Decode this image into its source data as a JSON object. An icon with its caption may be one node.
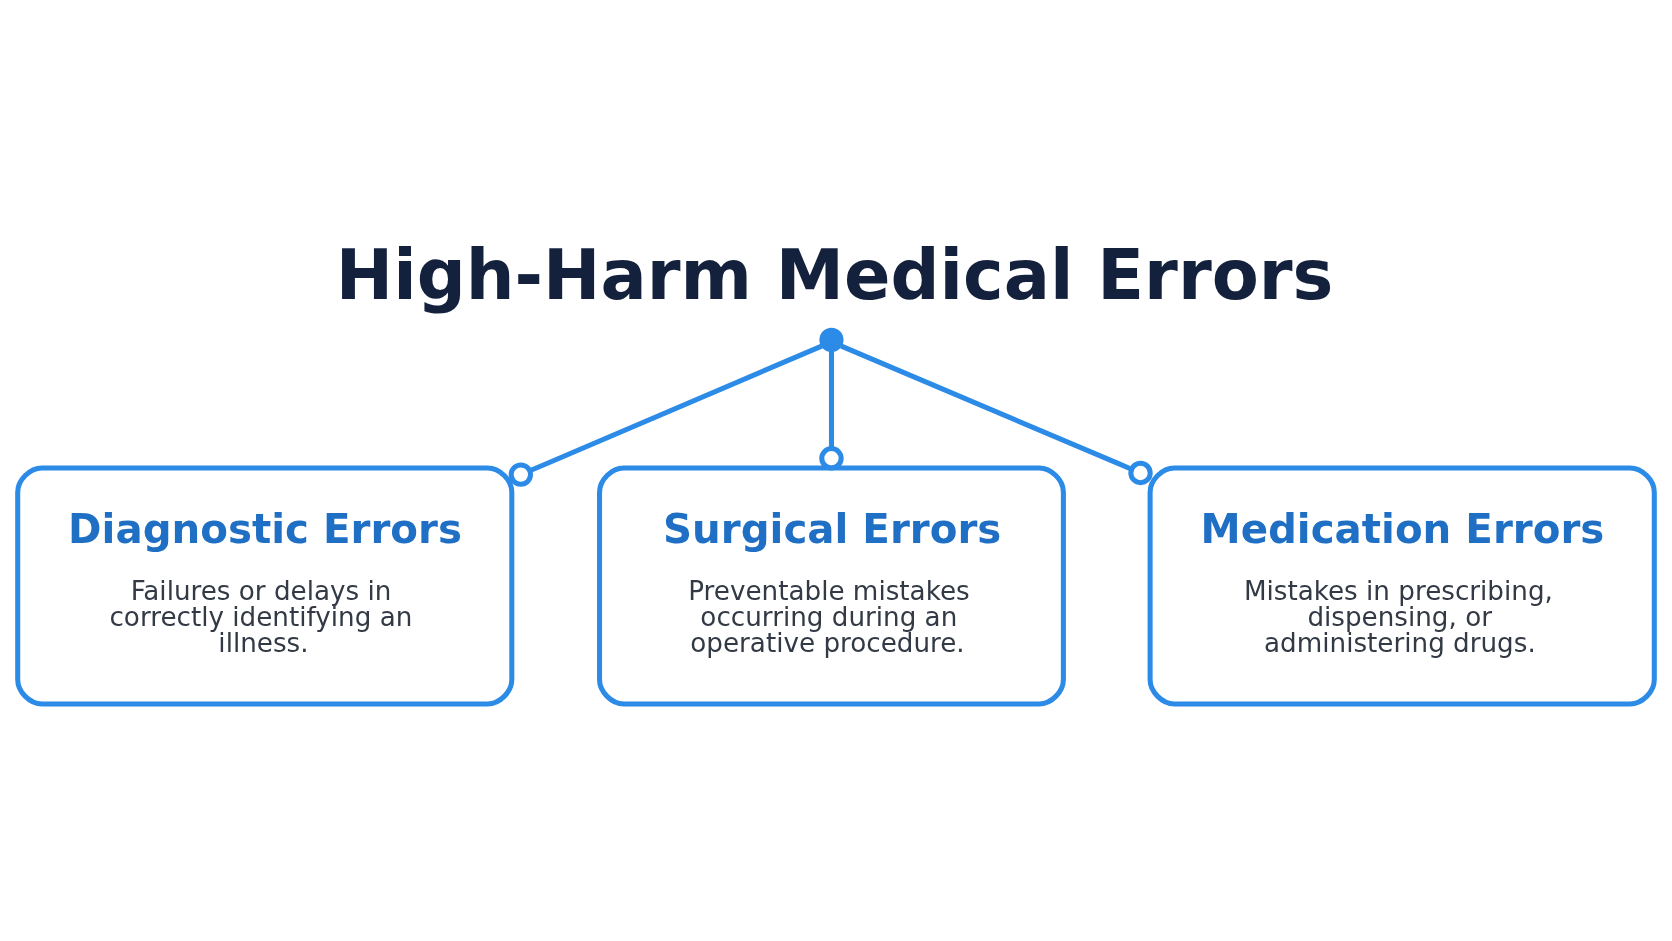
{
  "diagram": {
    "title": "High-Harm Medical Errors",
    "nodes": [
      {
        "text": [],
        "shape": "circle"
      },
      {
        "text": [
          "Diagnostic Errors",
          "Failures or delays in correctly identifying an illness."
        ]
      },
      {
        "text": [
          "Surgical Errors",
          "Preventable mistakes occurring during an operative procedure."
        ]
      },
      {
        "text": [
          "Medication Errors",
          "Mistakes in prescribing, dispensing, or administering drugs."
        ]
      }
    ],
    "edges": [
      {
        "from": 0,
        "to": 1,
        "arrow": "other"
      },
      {
        "from": 0,
        "to": 2,
        "arrow": "other"
      },
      {
        "from": 0,
        "to": 3,
        "arrow": "other"
      }
    ]
  }
}
